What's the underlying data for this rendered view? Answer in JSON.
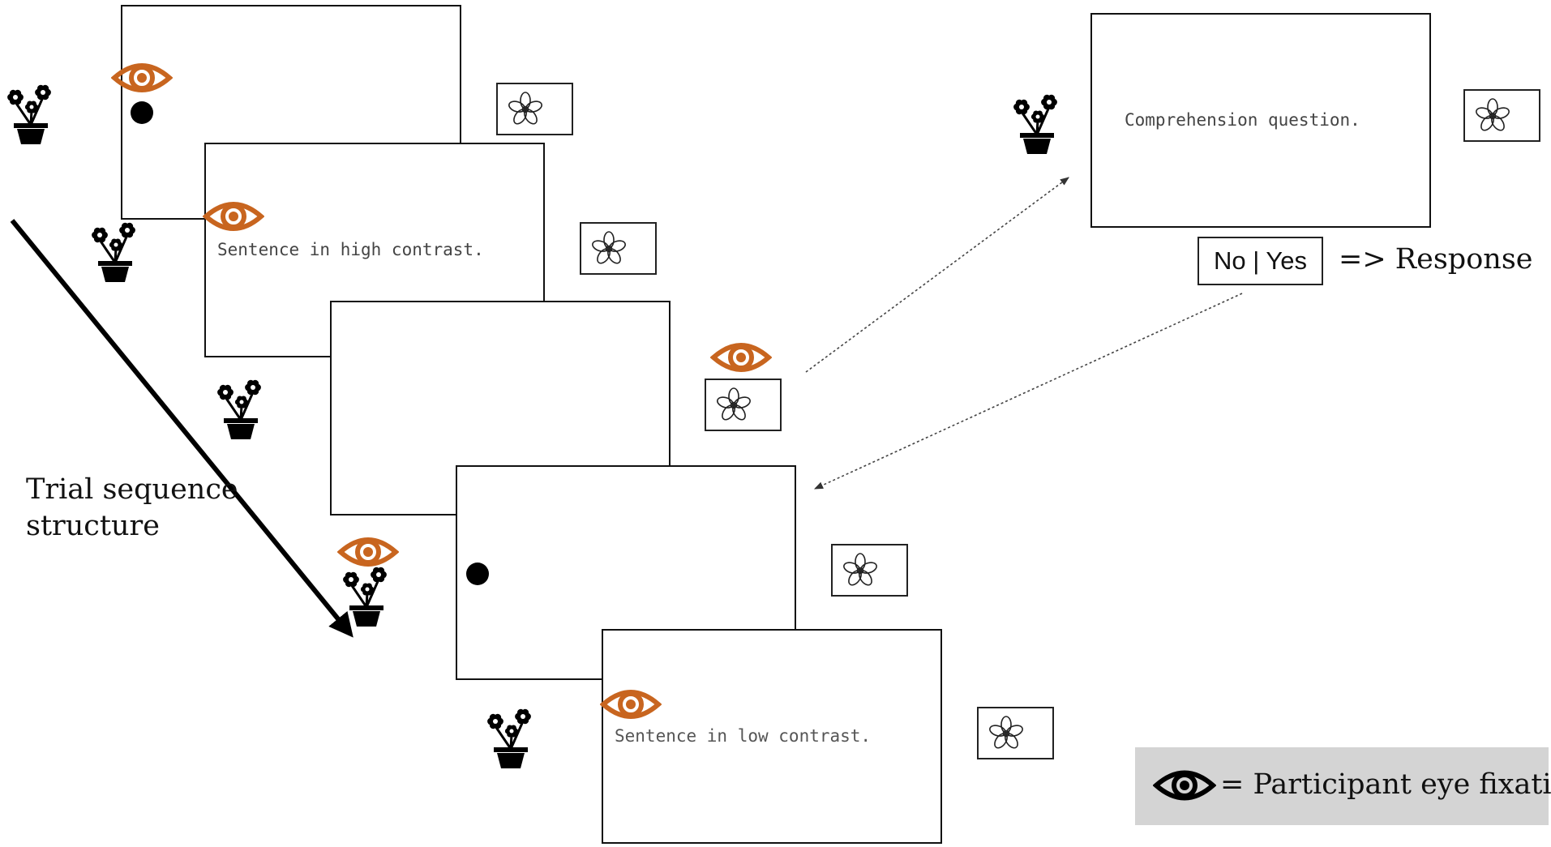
{
  "colors": {
    "eye": "#c8651f",
    "line": "#000000",
    "legend_bg": "#d4d4d4"
  },
  "icons": {
    "plant": "potted-flower-icon",
    "flower": "flower-icon",
    "eye": "eye-icon",
    "fixation_dot": "fixation-dot"
  },
  "screens": {
    "high_contrast_text": "Sentence in high contrast.",
    "low_contrast_text": "Sentence in low contrast.",
    "question_text": "Comprehension question."
  },
  "response": {
    "options": "No | Yes",
    "label": "=> Response"
  },
  "sequence_label": {
    "line1": "Trial sequence",
    "line2": "structure"
  },
  "legend": {
    "text": "= Participant eye fixation"
  }
}
